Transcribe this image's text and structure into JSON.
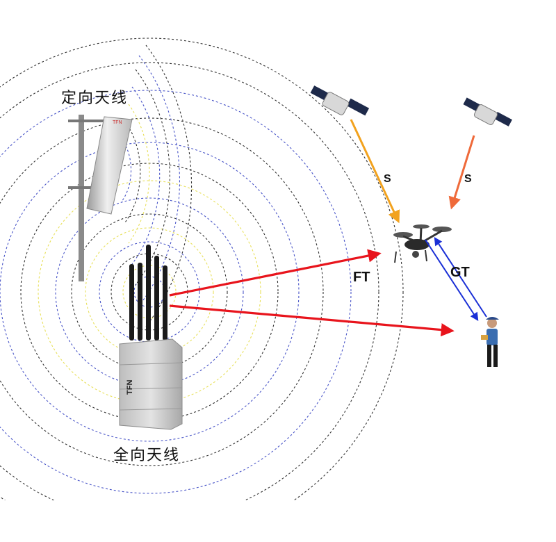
{
  "labels": {
    "directional_antenna": "定向天线",
    "omni_antenna": "全向天线",
    "ft": "FT",
    "gt": "GT",
    "s_left": "S",
    "s_right": "S"
  },
  "device_brand_marks": {
    "panel": "TFN",
    "box": "TFN"
  },
  "colors": {
    "ring_black": "#333333",
    "ring_blue": "#4a56c8",
    "ring_yellow": "#e8e05a",
    "link_red": "#e8141c",
    "link_blue": "#1a2fd6",
    "sat_left_arrow": "#f2a21e",
    "sat_right_arrow": "#ef6a3a"
  }
}
